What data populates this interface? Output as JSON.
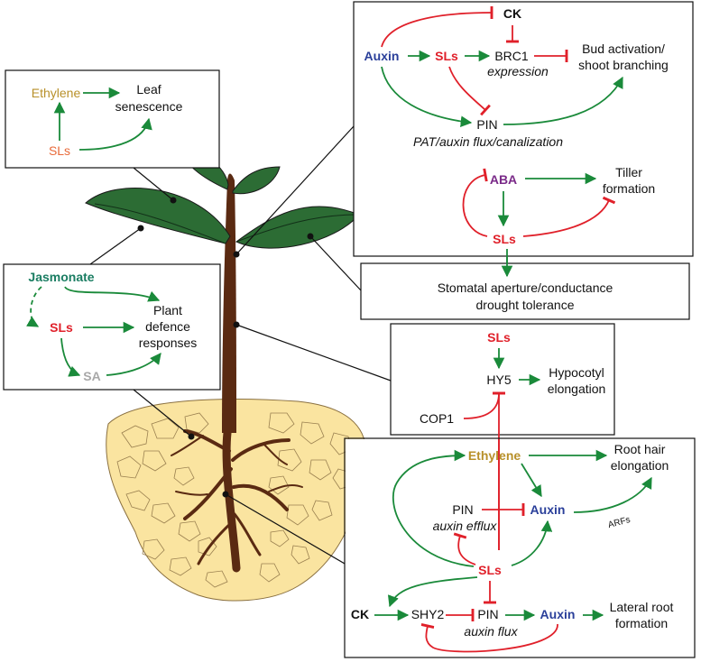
{
  "colors": {
    "green": "#1a8a3a",
    "red": "#e0202a",
    "blue": "#2a3f9a",
    "olive": "#b8902a",
    "teal": "#1a7d62",
    "purple": "#7a2a88",
    "gray": "#a8a8a8",
    "orange_red": "#e86a3a",
    "stem": "#5a2a12",
    "leaf": "#2c6c34",
    "soil": "#fae4a0"
  },
  "panels": {
    "leaf_senescence": {
      "ethylene": "Ethylene",
      "leaf_line1": "Leaf",
      "leaf_line2": "senescence",
      "sls": "SLs"
    },
    "shoot_branching": {
      "ck": "CK",
      "auxin": "Auxin",
      "sls": "SLs",
      "brc1": "BRC1",
      "expression": "expression",
      "bud_line1": "Bud activation/",
      "bud_line2": "shoot branching",
      "pin": "PIN",
      "pat": "PAT/auxin flux/canalization",
      "aba": "ABA",
      "tiller_line1": "Tiller",
      "tiller_line2": "formation",
      "sls2": "SLs"
    },
    "stomatal": {
      "line1": "Stomatal aperture/conductance",
      "line2": "drought tolerance"
    },
    "defence": {
      "jasmonate": "Jasmonate",
      "sls": "SLs",
      "plant_line1": "Plant",
      "plant_line2": "defence",
      "plant_line3": "responses",
      "sa": "SA"
    },
    "hypocotyl": {
      "sls": "SLs",
      "hy5": "HY5",
      "hyp_line1": "Hypocotyl",
      "hyp_line2": "elongation",
      "cop1": "COP1"
    },
    "root": {
      "ethylene": "Ethylene",
      "root_hair_line1": "Root hair",
      "root_hair_line2": "elongation",
      "pin": "PIN",
      "auxin_efflux": "auxin efflux",
      "auxin": "Auxin",
      "arfs": "ARFs",
      "sls": "SLs",
      "ck": "CK",
      "shy2": "SHY2",
      "pin2": "PIN",
      "auxin_flux": "auxin flux",
      "auxin2": "Auxin",
      "lateral_line1": "Lateral root",
      "lateral_line2": "formation"
    }
  }
}
